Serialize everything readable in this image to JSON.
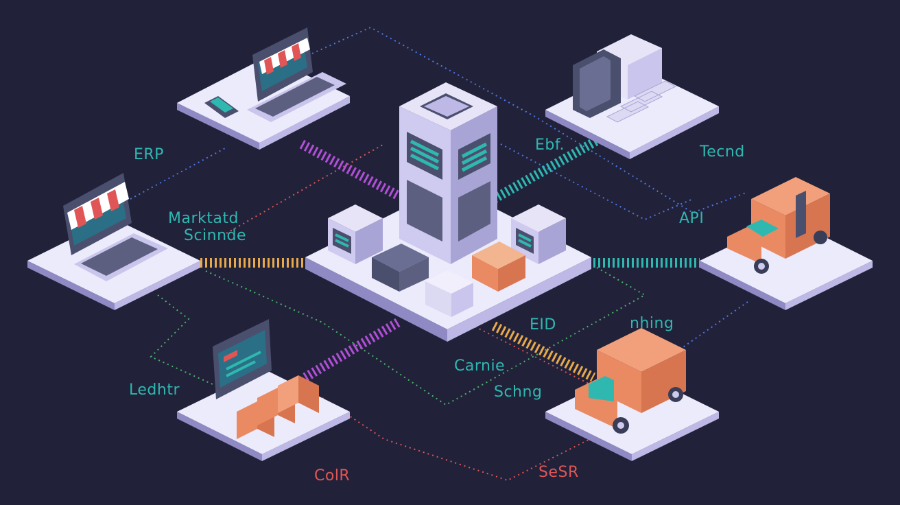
{
  "colors": {
    "background": "#21223a",
    "platform_top": "#ecebfb",
    "platform_side": "#a9a4d6",
    "hub_tower": "#cfcaf0",
    "teal": "#2fb8b0",
    "orange": "#e98a63",
    "purple": "#b14fd6",
    "yellow": "#e8a94b",
    "blue": "#4e79e4",
    "green": "#4eb36a",
    "red": "#e05656"
  },
  "icons": {
    "hub": "server-tower-icon",
    "storefront": "storefront-laptop-icon",
    "warehouse": "warehouse-shelves-icon",
    "truck": "delivery-truck-icon",
    "boxes": "parcel-boxes-icon"
  },
  "labels": {
    "erp": "ERP",
    "marketplace_line1": "Marktatd",
    "marketplace_line2": "Scinnde",
    "edi_top": "Ebf.",
    "trend": "Tecnd",
    "api": "API",
    "ledger": "Ledhtr",
    "carrier": "Carnie",
    "edi": "EID",
    "shipping": "Schng",
    "tracking": "nhing",
    "crm": "ColR",
    "sales": "SeSR"
  }
}
